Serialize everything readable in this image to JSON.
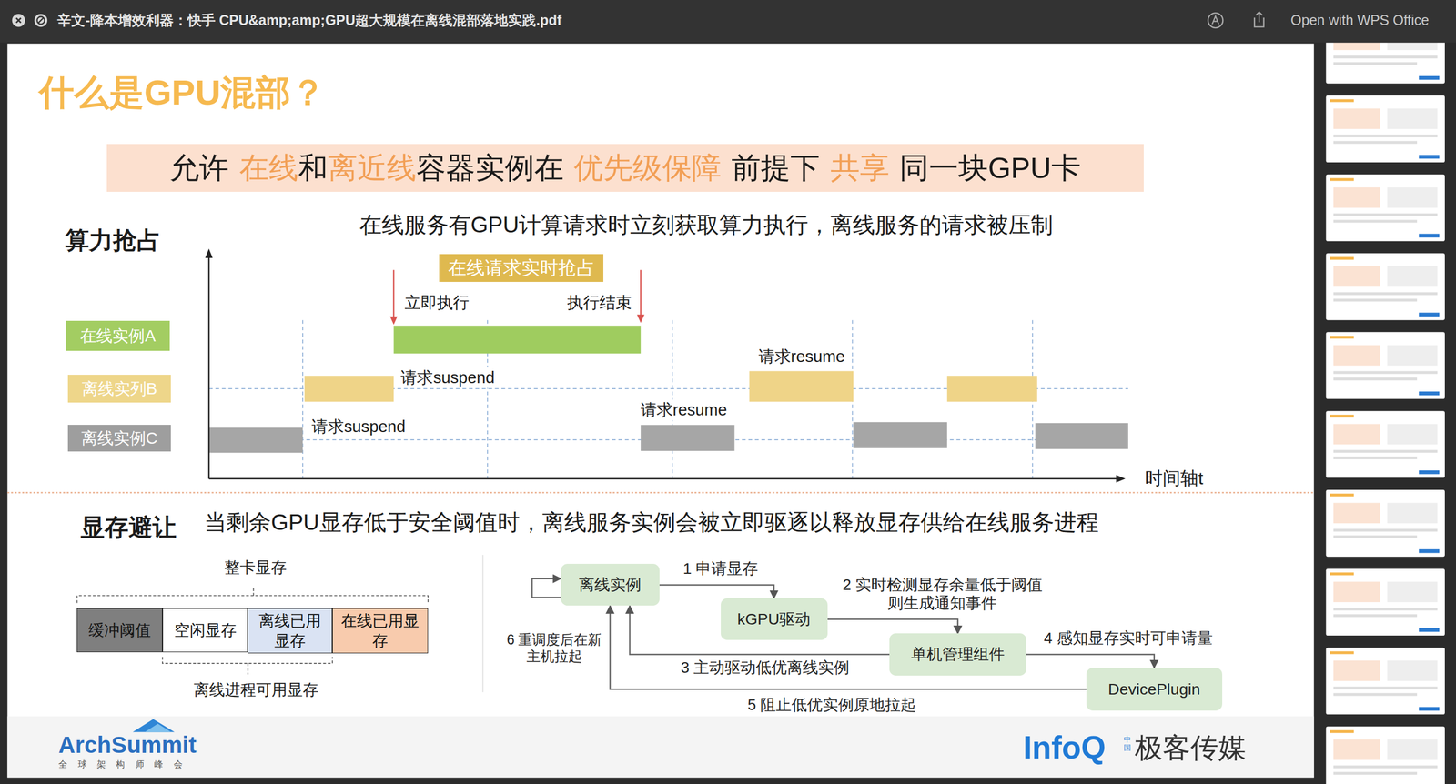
{
  "diagram": {
    "title": "什么是GPU混部？",
    "nodes": [
      {
        "text": [
          "允许",
          "在线",
          "和",
          "离近线",
          "容器实例在",
          "优先级保障",
          "前提下",
          "共享",
          "同一块GPU卡"
        ]
      },
      {
        "text": [
          "在线实例A"
        ]
      },
      {
        "text": [
          "离线实列B"
        ]
      },
      {
        "text": [
          "离线实例C"
        ]
      },
      {
        "text": [
          "在线请求实时抢占"
        ]
      },
      {
        "text": [
          "缓冲阈值"
        ]
      },
      {
        "text": [
          "空闲显存"
        ]
      },
      {
        "text": [
          "离线已用显存"
        ]
      },
      {
        "text": [
          "在线已用显存"
        ]
      },
      {
        "text": [
          "离线实例"
        ]
      },
      {
        "text": [
          "kGPU驱动"
        ]
      },
      {
        "text": [
          "单机管理组件"
        ]
      },
      {
        "text": [
          "DevicePlugin"
        ]
      }
    ],
    "edges": [
      {
        "from": 9,
        "to": 10,
        "arrow": "to",
        "label": "1 申请显存"
      },
      {
        "from": 10,
        "to": 11,
        "arrow": "to",
        "label": "2 实时检测显存余量低于阈值 则生成通知事件"
      },
      {
        "from": 11,
        "to": 9,
        "arrow": "to",
        "label": "3 主动驱动低优离线实例"
      },
      {
        "from": 11,
        "to": 12,
        "arrow": "to",
        "label": "4 感知显存实时可申请量"
      },
      {
        "from": 12,
        "to": 9,
        "arrow": "to",
        "label": "5 阻止低优实例原地拉起"
      },
      {
        "from": 9,
        "to": 9,
        "arrow": "to",
        "label": "6 重调度后在新主机拉起"
      }
    ],
    "labels": [
      "辛文-降本增效利器：快手 CPU&amp;amp;GPU超大规模在离线混部落地实践.pdf",
      "Open with WPS Office",
      "算力抢占",
      "在线服务有GPU计算请求时立刻获取算力执行，离线服务的请求被压制",
      "立即执行",
      "执行结束",
      "请求suspend",
      "请求suspend",
      "请求resume",
      "请求resume",
      "时间轴t",
      "显存避让",
      "当剩余GPU显存低于安全阈值时，离线服务实例会被立即驱逐以释放显存供给在线服务进程",
      "整卡显存",
      "离线进程可用显存",
      "ArchSummit",
      "全 球 架 构 师 峰 会",
      "InfoQ",
      "中国",
      "极客传媒"
    ]
  }
}
